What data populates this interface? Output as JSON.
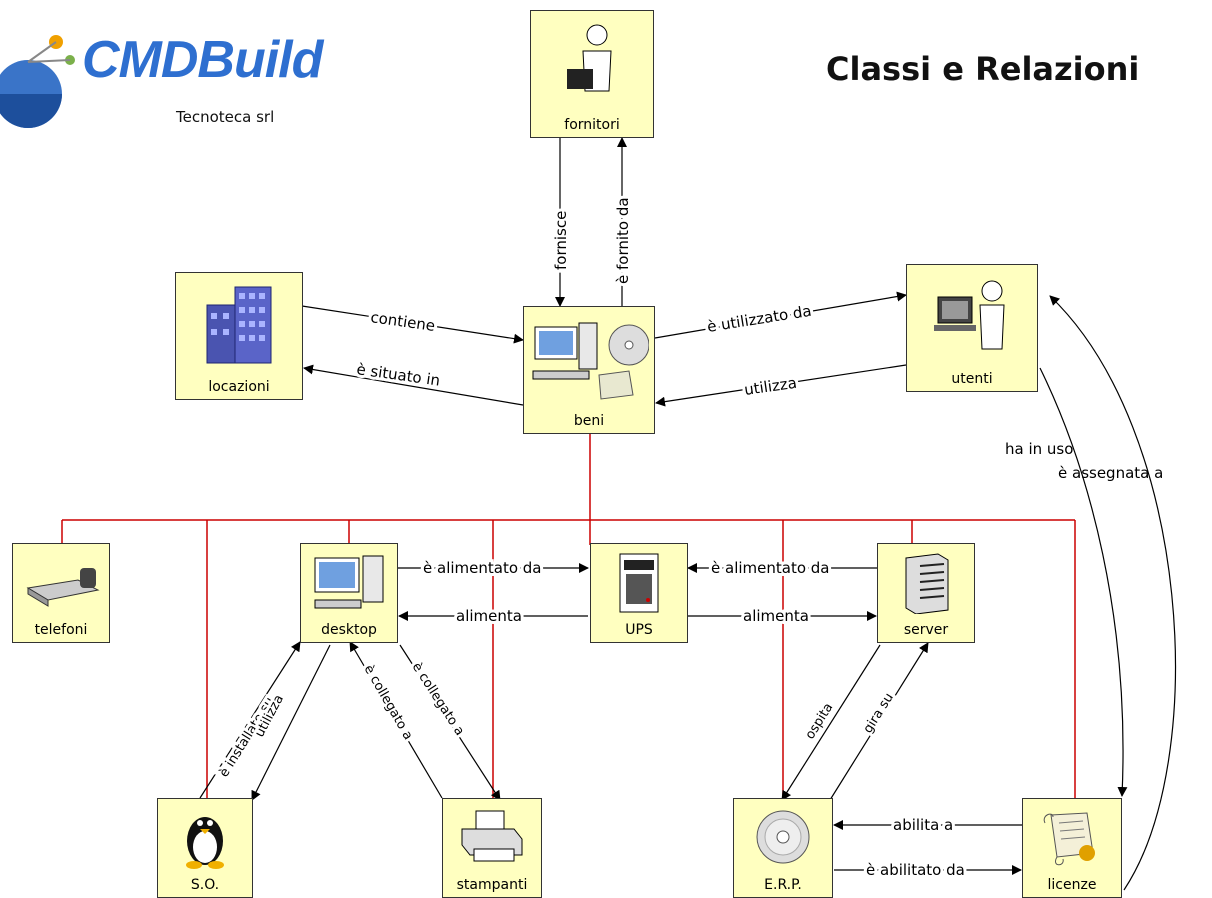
{
  "header": {
    "brand": "CMDBuild",
    "company": "Tecnoteca srl",
    "title": "Classi e Relazioni"
  },
  "nodes": {
    "fornitori": "fornitori",
    "locazioni": "locazioni",
    "beni": "beni",
    "utenti": "utenti",
    "telefoni": "telefoni",
    "desktop": "desktop",
    "ups": "UPS",
    "server": "server",
    "so": "S.O.",
    "stampanti": "stampanti",
    "erp": "E.R.P.",
    "licenze": "licenze"
  },
  "relations": {
    "fornisce": "fornisce",
    "e_fornito_da": "è fornito da",
    "contiene": "contiene",
    "e_situato_in": "è situato in",
    "e_utilizzato_da": "è utilizzato da",
    "utilizza": "utilizza",
    "ha_in_uso": "ha in uso",
    "e_assegnata_a": "è assegnata a",
    "desktop_e_alimentato_da": "è alimentato da",
    "desktop_alimenta": "alimenta",
    "server_e_alimentato_da": "è alimentato da",
    "server_alimenta": "alimenta",
    "e_installato_su": "è installato su",
    "so_utilizza": "utilizza",
    "e_collegato_a_1": "è collegato a",
    "e_collegato_a_2": "è collegato a",
    "ospita": "ospita",
    "gira_su": "gira su",
    "abilita_a": "abilita a",
    "e_abilitato_da": "è abilitato da"
  },
  "colors": {
    "node_fill": "#ffffc0",
    "hierarchy_line": "#cc0000",
    "relation_line": "#000000",
    "brand": "#2e6fd0"
  }
}
